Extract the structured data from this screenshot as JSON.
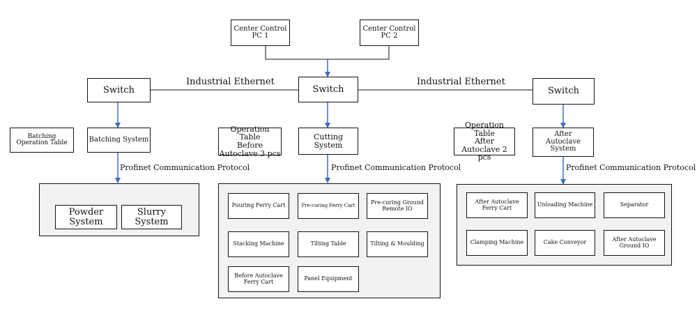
{
  "colors": {
    "arrow": "#3b6dbe",
    "line": "#111111",
    "container_fill": "#f2f2f2"
  },
  "top": {
    "pc1": "Center Control\nPC 1",
    "pc2": "Center Control\nPC 2"
  },
  "switches": {
    "left": "Switch",
    "center": "Switch",
    "right": "Switch"
  },
  "network": {
    "left_label": "Industrial Ethernet",
    "right_label": "Industrial Ethernet"
  },
  "left": {
    "op_table": "Batching\nOperation Table",
    "system": "Batching System",
    "protocol": "Profinet Communication Protocol",
    "units": [
      "Powder System",
      "Slurry System"
    ]
  },
  "center": {
    "op_table": "Operation Table\nBefore\nAutoclave 3 pcs",
    "system": "Cutting System",
    "protocol": "Profinet Communication Protocol",
    "units": [
      "Pouring Ferry Cart",
      "Pre-curing Ferry Cart",
      "Pre-curing Ground\nRemote IO",
      "Stacking Machine",
      "Tilting Table",
      "Tilting & Moulding",
      "Before Autoclave\nFerry Cart",
      "Panel Equipment"
    ]
  },
  "right": {
    "op_table": "Operation Table\nAfter\nAutoclave 2 pcs",
    "system": "After\nAutoclave\nSystem",
    "protocol": "Profinet Communication Protocol",
    "units": [
      "After Autoclave\nFerry Cart",
      "Unloading Machine",
      "Separator",
      "Clamping Machine",
      "Cake Conveyor",
      "After Autoclave\nGround IO"
    ]
  }
}
